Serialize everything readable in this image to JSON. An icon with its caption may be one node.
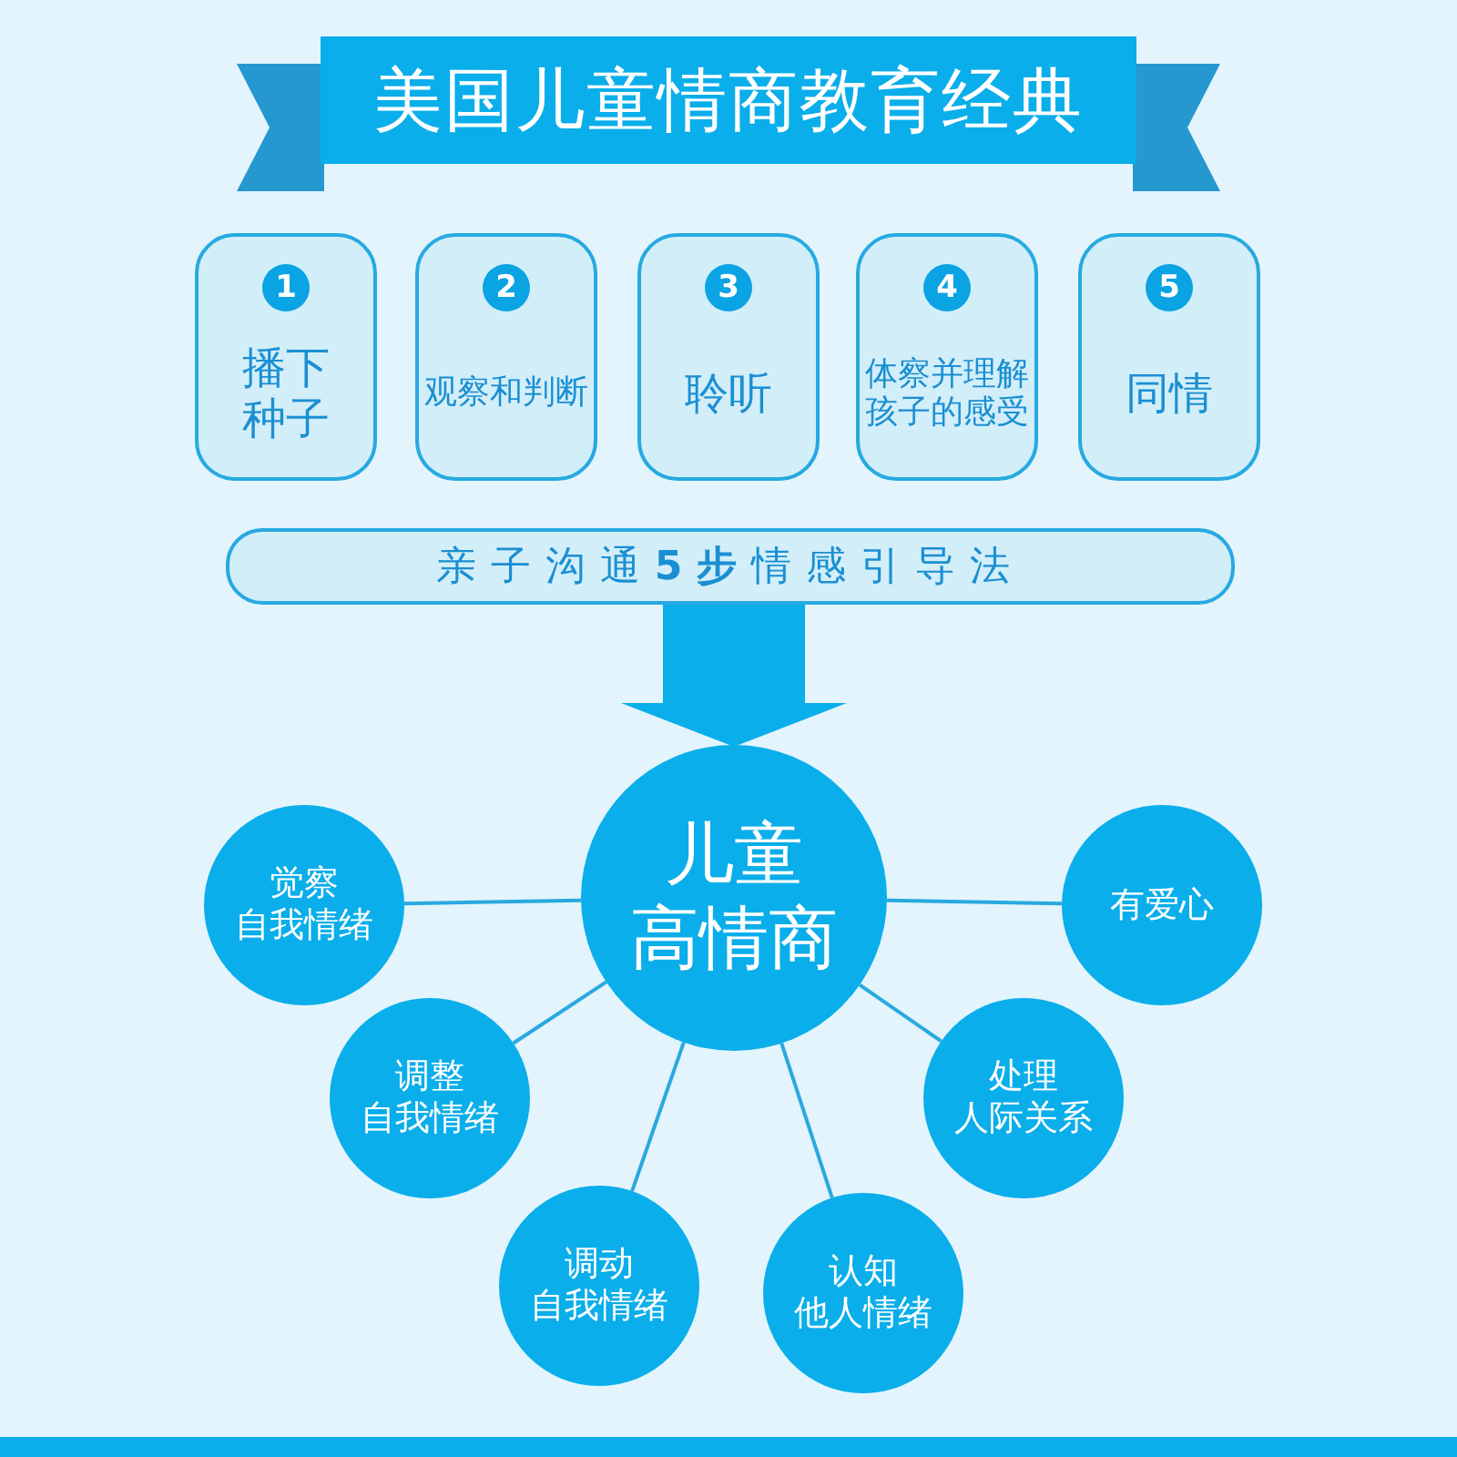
{
  "diagram": {
    "title": "美国儿童情商教育经典",
    "nodes": [
      {
        "text": [
          "1",
          "播下种子"
        ]
      },
      {
        "text": [
          "2",
          "观察和判断"
        ]
      },
      {
        "text": [
          "3",
          "聆听"
        ]
      },
      {
        "text": [
          "4",
          "体察并理解孩子的感受"
        ]
      },
      {
        "text": [
          "5",
          "同情"
        ]
      },
      {
        "text": [
          "亲子沟通**5步**情感引导法"
        ]
      },
      {
        "text": [
          "儿童",
          "高情商"
        ]
      },
      {
        "text": [
          "觉察",
          "自我情绪"
        ]
      },
      {
        "text": [
          "调整",
          "自我情绪"
        ]
      },
      {
        "text": [
          "调动",
          "自我情绪"
        ]
      },
      {
        "text": [
          "认知",
          "他人情绪"
        ]
      },
      {
        "text": [
          "处理",
          "人际关系"
        ]
      },
      {
        "text": [
          "有爱心"
        ]
      }
    ],
    "edges": [
      {
        "from": 5,
        "to": 6,
        "arrow": "to",
        "style": "thick"
      },
      {
        "from": 6,
        "to": 7,
        "arrow": "none"
      },
      {
        "from": 6,
        "to": 8,
        "arrow": "none"
      },
      {
        "from": 6,
        "to": 9,
        "arrow": "none"
      },
      {
        "from": 6,
        "to": 10,
        "arrow": "none"
      },
      {
        "from": 6,
        "to": 11,
        "arrow": "none"
      },
      {
        "from": 6,
        "to": 12,
        "arrow": "none"
      }
    ]
  }
}
